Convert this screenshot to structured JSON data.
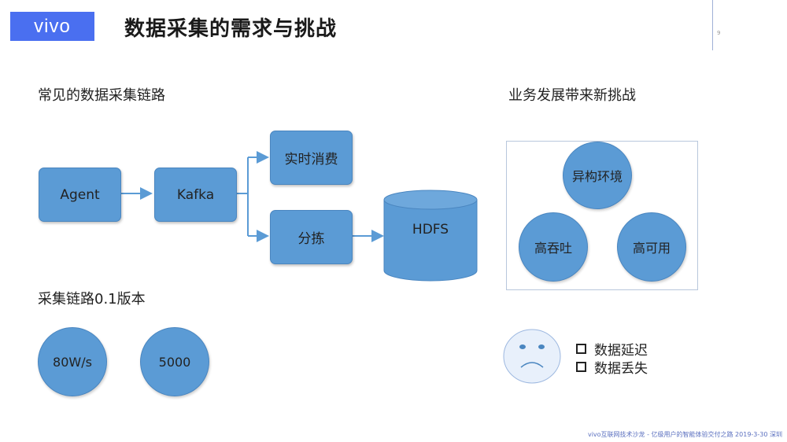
{
  "header": {
    "logo": "vivo",
    "title": "数据采集的需求与挑战",
    "page_number": "9"
  },
  "left": {
    "pipeline_heading": "常见的数据采集链路",
    "nodes": {
      "agent": "Agent",
      "kafka": "Kafka",
      "realtime": "实时消费",
      "sort": "分拣",
      "hdfs": "HDFS"
    },
    "version_heading": "采集链路0.1版本",
    "metrics": [
      "80W/s",
      "5000"
    ]
  },
  "right": {
    "challenge_heading": "业务发展带来新挑战",
    "challenges": [
      "异构环境",
      "高吞吐",
      "高可用"
    ],
    "problems": [
      "数据延迟",
      "数据丢失"
    ],
    "colors": {
      "node_fill": "#5b9bd5",
      "face_fill": "#e8f0fb"
    }
  },
  "footer": {
    "text": "vivo互联网技术沙龙 - 亿级用户的智能体验交付之路 2019-3-30 深圳"
  }
}
